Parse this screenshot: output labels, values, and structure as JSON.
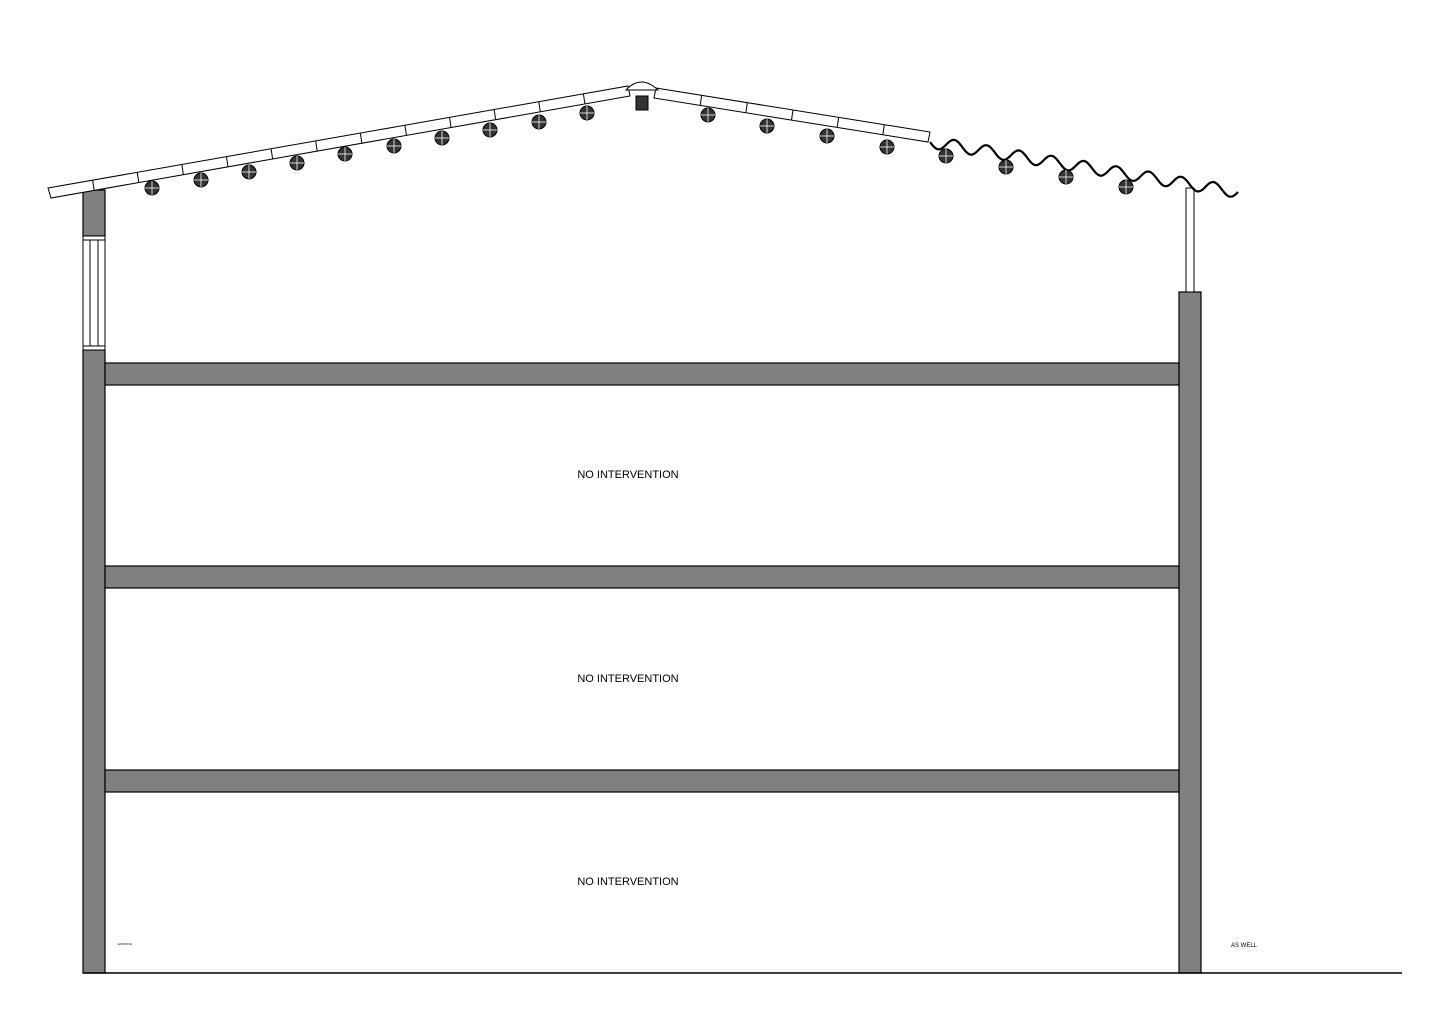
{
  "floors": [
    {
      "label": "NO INTERVENTION"
    },
    {
      "label": "NO INTERVENTION"
    },
    {
      "label": "NO INTERVENTION"
    }
  ],
  "annotations": {
    "right_note": "AS WELL",
    "left_note": "EXISTING"
  },
  "colors": {
    "wall_fill": "#808080",
    "line": "#000000",
    "background": "#ffffff"
  }
}
